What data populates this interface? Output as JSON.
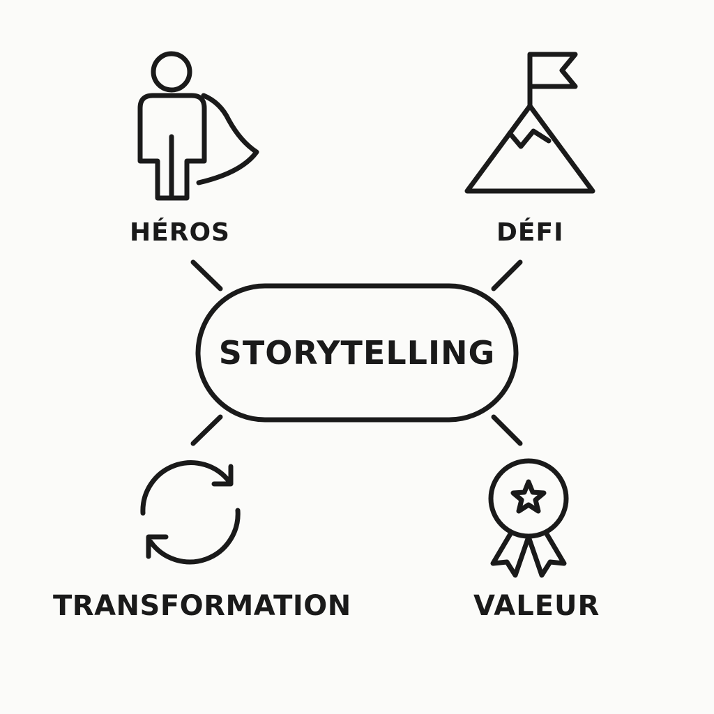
{
  "center": {
    "label": "STORYTELLING"
  },
  "nodes": [
    {
      "id": "heros",
      "label": "HÉROS",
      "icon": "superhero-icon"
    },
    {
      "id": "defi",
      "label": "DÉFI",
      "icon": "mountain-flag-icon"
    },
    {
      "id": "transformation",
      "label": "TRANSFORMATION",
      "icon": "cycle-arrows-icon"
    },
    {
      "id": "valeur",
      "label": "VALEUR",
      "icon": "award-ribbon-icon"
    }
  ],
  "colors": {
    "stroke": "#1a1a1a",
    "background": "#fbfbf9"
  }
}
